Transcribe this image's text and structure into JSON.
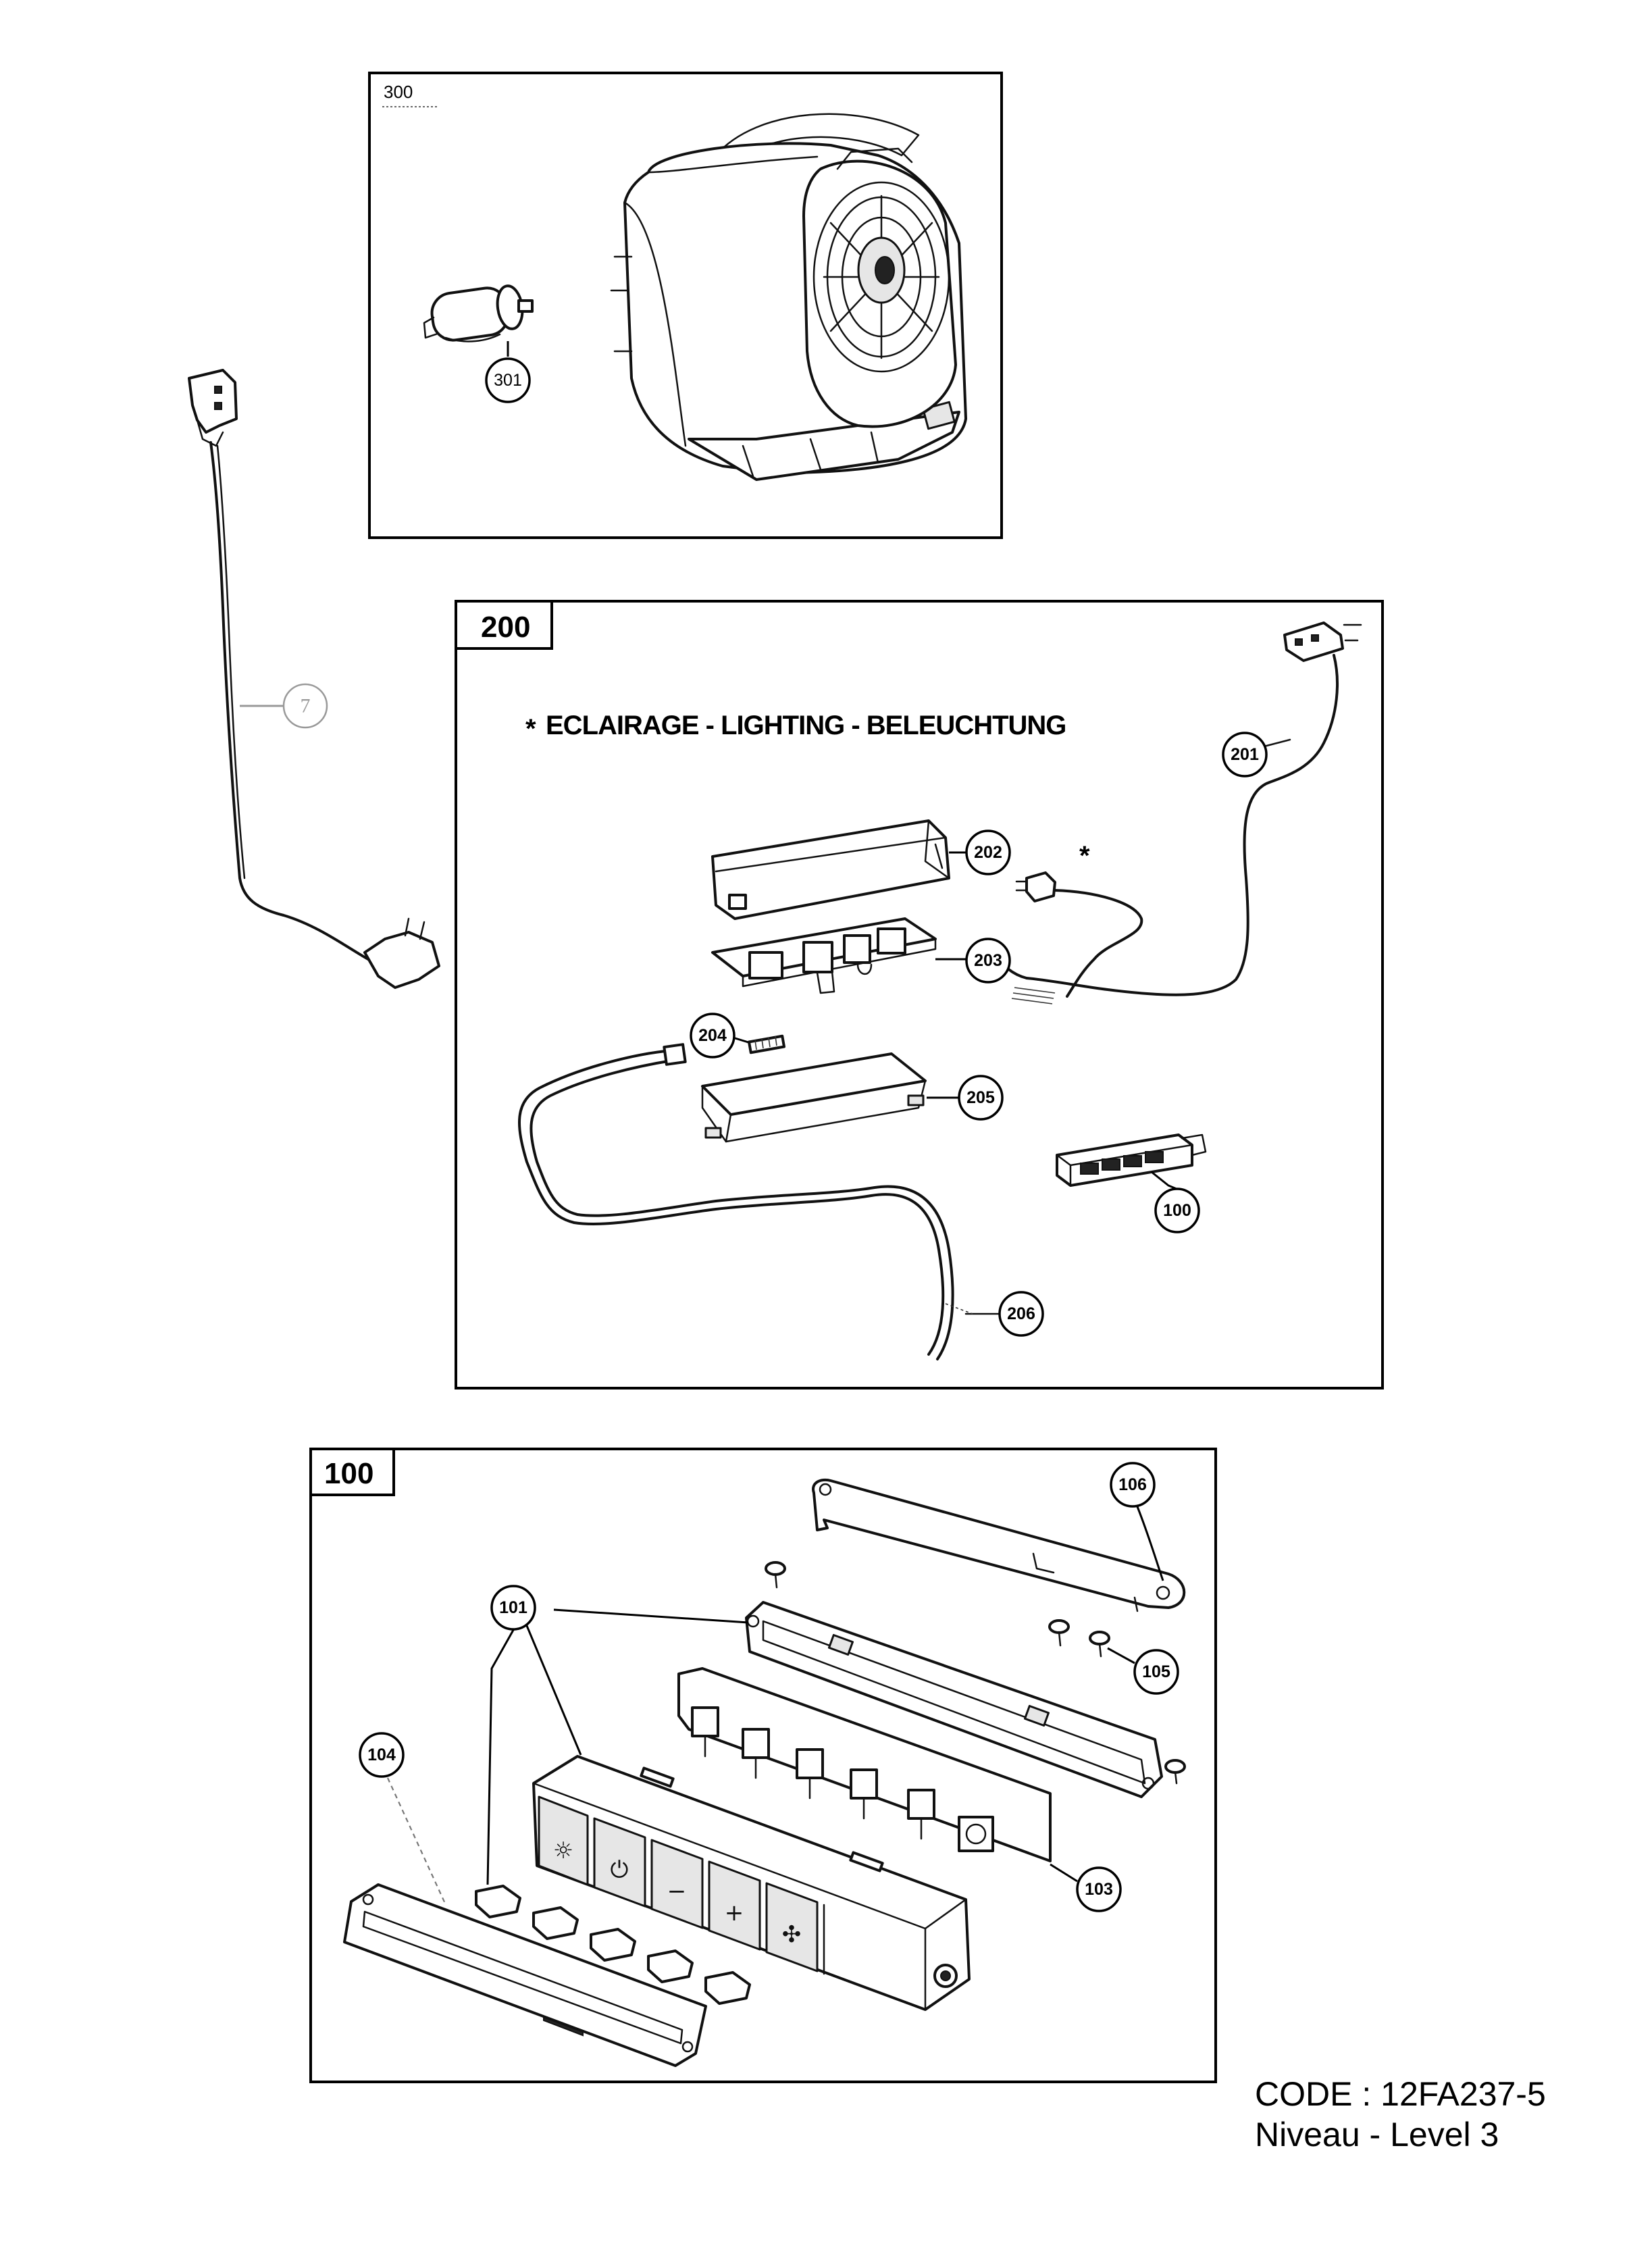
{
  "panels": {
    "motor": {
      "tag": "300",
      "callouts": [
        "301"
      ]
    },
    "lighting": {
      "tag": "200",
      "headline_star": "*",
      "headline": "ECLAIRAGE - LIGHTING - BELEUCHTUNG",
      "callouts": [
        "201",
        "202",
        "203",
        "204",
        "205",
        "206",
        "100"
      ],
      "cable_star": "*"
    },
    "control": {
      "tag": "100",
      "callouts": [
        "101",
        "103",
        "104",
        "105",
        "106"
      ]
    }
  },
  "power_cord": {
    "callout": "7"
  },
  "icons": [
    "lamp-icon",
    "power-icon",
    "minus-icon",
    "plus-icon",
    "fan-boost-icon"
  ],
  "button_symbols": {
    "lamp": "☼",
    "power": "⏻",
    "minus": "−",
    "plus": "+",
    "fan": "✣"
  },
  "footer": {
    "code": "CODE : 12FA237-5",
    "level": "Niveau - Level 3"
  }
}
